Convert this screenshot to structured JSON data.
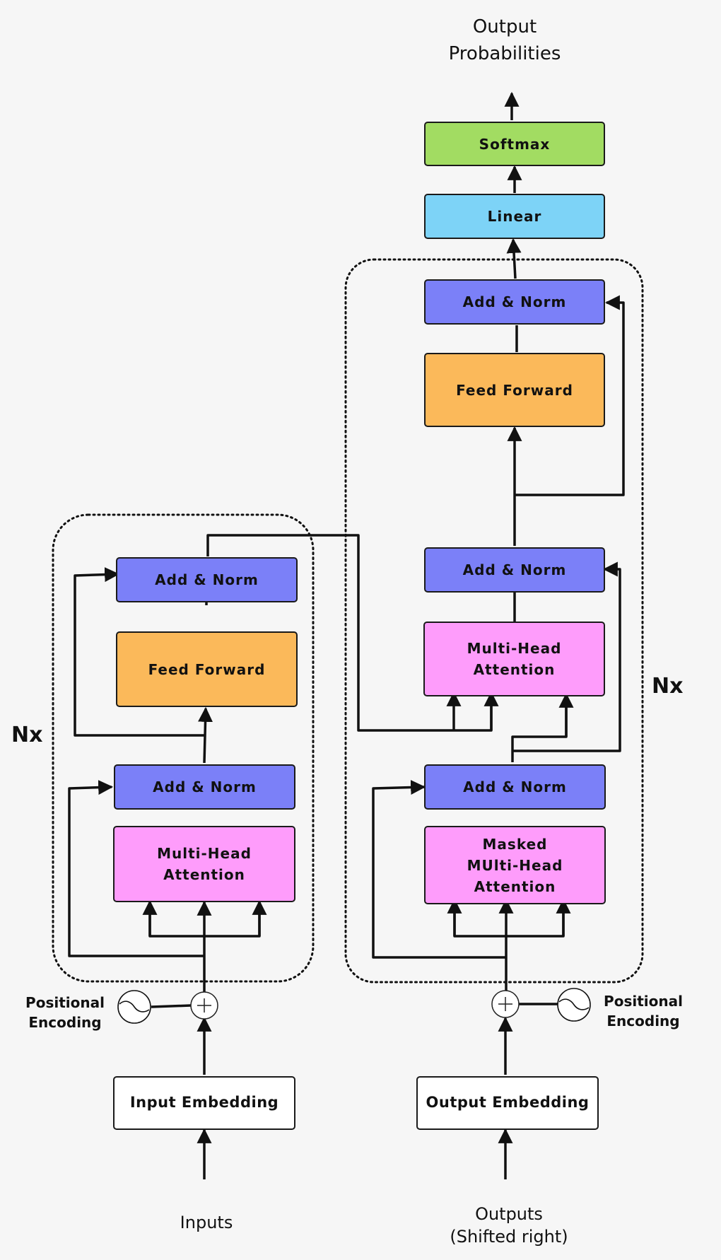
{
  "title": "Output\nProbabilities",
  "decoder": {
    "softmax": "Softmax",
    "linear": "Linear",
    "add_norm_top": "Add & Norm",
    "feed_forward": "Feed Forward",
    "add_norm_mid": "Add & Norm",
    "multi_head_attention": "Multi-Head\nAttention",
    "add_norm_bottom": "Add & Norm",
    "masked_attention": "Masked\nMUlti-Head\nAttention",
    "repeat": "Nx",
    "positional_encoding": "Positional\nEncoding",
    "embedding": "Output Embedding",
    "input_label": "Outputs\n(Shifted right)"
  },
  "encoder": {
    "add_norm_top": "Add & Norm",
    "feed_forward": "Feed Forward",
    "add_norm_bottom": "Add & Norm",
    "multi_head_attention": "Multi-Head\nAttention",
    "repeat": "Nx",
    "positional_encoding": "Positional\nEncoding",
    "embedding": "Input Embedding",
    "input_label": "Inputs"
  },
  "colors": {
    "add_norm": "#7b80f8",
    "feed_forward": "#fbb95a",
    "attention": "#fe9cfb",
    "linear": "#7dd3f7",
    "softmax": "#a2dc62"
  }
}
